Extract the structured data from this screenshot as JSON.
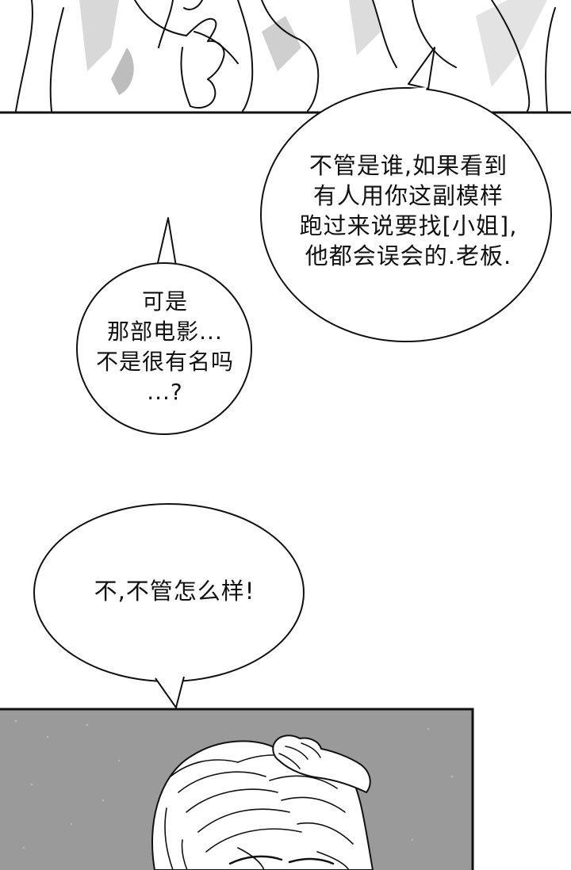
{
  "bubbles": {
    "boss_reply": "不管是谁,如果看到\n有人用你这副模样\n跑过来说要找[小姐],\n他都会误会的.老板.",
    "question": "可是\n那部电影...\n不是很有名吗\n...?",
    "retort": "不,不管怎么样!"
  },
  "colors": {
    "ink": "#111111",
    "panel_tone": "#9a9a9a",
    "paper": "#ffffff"
  }
}
